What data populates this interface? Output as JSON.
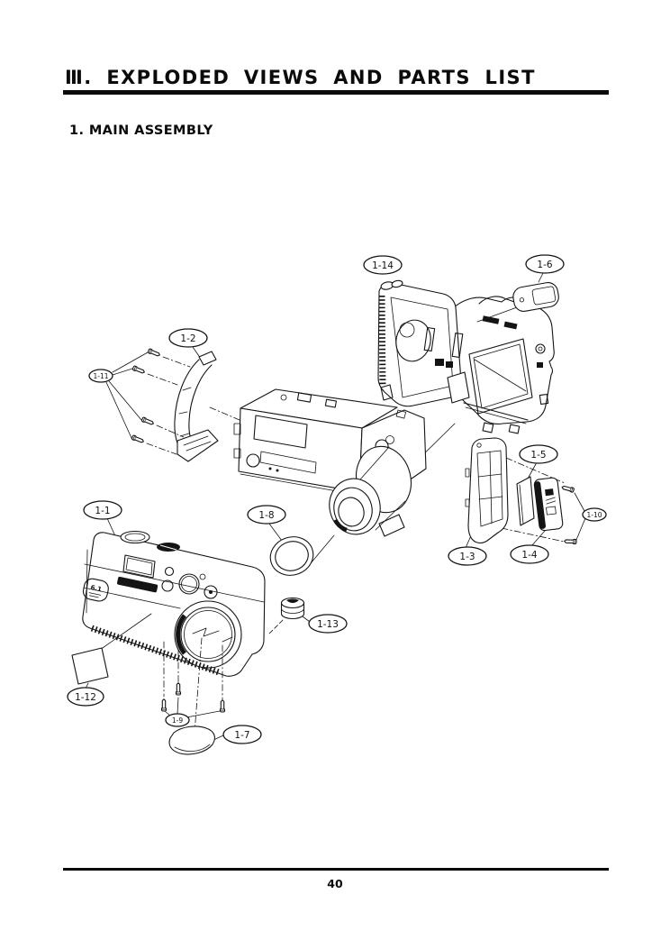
{
  "page": {
    "title": "Ⅲ. EXPLODED VIEWS AND PARTS LIST",
    "section_heading": "1. MAIN ASSEMBLY",
    "page_number": "40"
  },
  "diagram": {
    "front_badge": "6.1",
    "callouts": [
      {
        "label": "1-1"
      },
      {
        "label": "1-2"
      },
      {
        "label": "1-3"
      },
      {
        "label": "1-4"
      },
      {
        "label": "1-5"
      },
      {
        "label": "1-6"
      },
      {
        "label": "1-7"
      },
      {
        "label": "1-8"
      },
      {
        "label": "1-9"
      },
      {
        "label": "1-10"
      },
      {
        "label": "1-11"
      },
      {
        "label": "1-12"
      },
      {
        "label": "1-13"
      },
      {
        "label": "1-14"
      }
    ]
  }
}
